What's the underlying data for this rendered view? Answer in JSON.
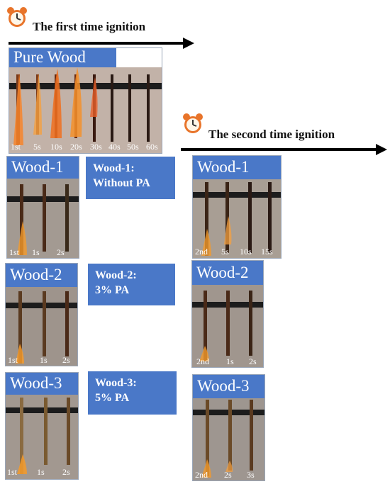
{
  "first": {
    "heading": "The first time ignition",
    "panel": {
      "title": "Pure Wood",
      "labels": [
        "1st",
        "5s",
        "10s",
        "20s",
        "30s",
        "40s",
        "50s",
        "60s"
      ]
    },
    "wood1": {
      "title": "Wood-1",
      "labels": [
        "1st",
        "1s",
        "2s"
      ]
    },
    "wood2": {
      "title": "Wood-2",
      "labels": [
        "1st",
        "1s",
        "2s"
      ]
    },
    "wood3": {
      "title": "Wood-3",
      "labels": [
        "1st",
        "1s",
        "2s"
      ]
    }
  },
  "second": {
    "heading": "The second time ignition",
    "wood1": {
      "title": "Wood-1",
      "labels": [
        "2nd",
        "5s",
        "10s",
        "15s"
      ]
    },
    "wood2": {
      "title": "Wood-2",
      "labels": [
        "2nd",
        "1s",
        "2s"
      ]
    },
    "wood3": {
      "title": "Wood-3",
      "labels": [
        "2nd",
        "2s",
        "3s"
      ]
    }
  },
  "notes": {
    "wood1": {
      "line1": "Wood-1:",
      "line2": "Without PA"
    },
    "wood2": {
      "line1": "Wood-2:",
      "line2": "3% PA"
    },
    "wood3": {
      "line1": "Wood-3:",
      "line2": "5% PA"
    }
  },
  "colors": {
    "accent": "#4a78c8",
    "arrow": "#000000",
    "flame": "#f39a2c"
  },
  "icons": {
    "clock": "alarm-clock-icon"
  }
}
